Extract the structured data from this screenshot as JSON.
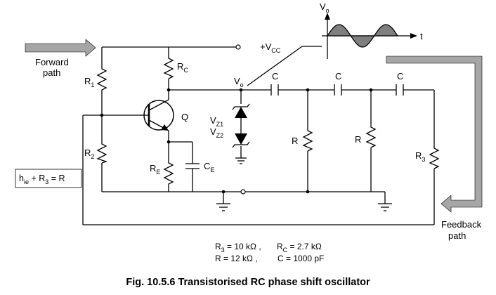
{
  "labels": {
    "forward_1": "Forward",
    "forward_2": "path",
    "feedback_1": "Feedback",
    "feedback_2": "path",
    "r1": "R",
    "r1_sub": "1",
    "r2": "R",
    "r2_sub": "2",
    "rc": "R",
    "rc_sub": "C",
    "re": "R",
    "re_sub": "E",
    "ce": "C",
    "ce_sub": "E",
    "q": "Q",
    "vo": "V",
    "vo_sub": "o",
    "vcc_prefix": "+V",
    "vcc_sub": "CC",
    "vz1": "V",
    "vz1_sub": "Z1",
    "vz2": "V",
    "vz2_sub": "Z2",
    "c1": "C",
    "c2": "C",
    "c3": "C",
    "r_a": "R",
    "r_b": "R",
    "r3": "R",
    "r3_sub": "3",
    "graph_vo": "V",
    "graph_vo_sub": "o",
    "graph_t": "t"
  },
  "note": {
    "h": "h",
    "h_sub": "ie",
    "rest": " + R",
    "r3_sub": "3",
    "eq": " = R"
  },
  "values": {
    "line1_a": "R",
    "line1_a_sub": "3",
    "line1_a_val": " = 10 kΩ ,",
    "line1_b": "R",
    "line1_b_sub": "C",
    "line1_b_val": " = 2.7 kΩ",
    "line2_a": "R = 12 kΩ ,",
    "line2_b": "C = 1000 pF"
  },
  "caption": "Fig. 10.5.6 Transistorised RC phase shift oscillator",
  "colors": {
    "arrow_fill": "#a6a6a6",
    "wave_fill": "#7f7f7f",
    "ink": "#000000"
  }
}
